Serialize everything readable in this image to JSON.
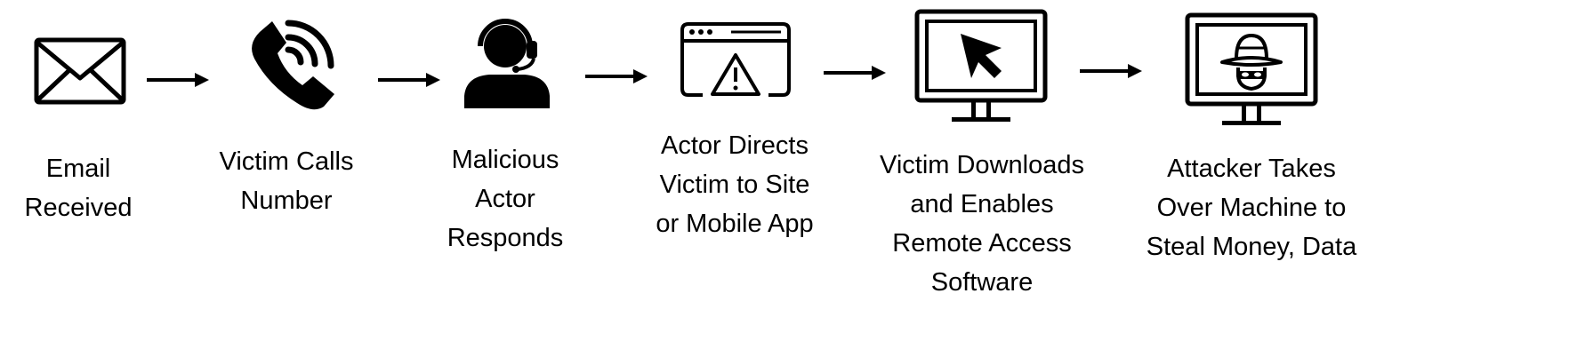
{
  "steps": [
    {
      "id": "email-received",
      "icon": "envelope-icon",
      "lines": [
        "Email",
        "Received"
      ]
    },
    {
      "id": "victim-calls-number",
      "icon": "phone-ringing-icon",
      "lines": [
        "Victim Calls",
        "Number"
      ]
    },
    {
      "id": "malicious-actor-responds",
      "icon": "support-agent-headset-icon",
      "lines": [
        "Malicious",
        "Actor",
        "Responds"
      ]
    },
    {
      "id": "actor-directs-victim",
      "icon": "browser-warning-icon",
      "lines": [
        "Actor Directs",
        "Victim to Site",
        "or Mobile App"
      ]
    },
    {
      "id": "victim-downloads-software",
      "icon": "monitor-cursor-icon",
      "lines": [
        "Victim Downloads",
        "and Enables",
        "Remote Access",
        "Software"
      ]
    },
    {
      "id": "attacker-takes-over",
      "icon": "monitor-hacker-icon",
      "lines": [
        "Attacker Takes",
        "Over Machine to",
        "Steal Money, Data"
      ]
    }
  ],
  "colors": {
    "ink": "#000000",
    "background": "#ffffff"
  }
}
